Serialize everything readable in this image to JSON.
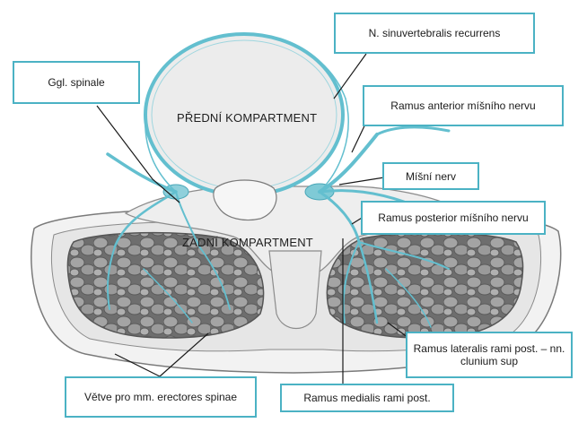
{
  "regions": {
    "anterior": "PŘEDNÍ KOMPARTMENT",
    "posterior": "ZADNÍ KOMPARTMENT"
  },
  "callouts": {
    "sinuvertebralis": "N. sinuvertebralis recurrens",
    "ggl_spinale": "Ggl. spinale",
    "ramus_anterior": "Ramus anterior míšního nervu",
    "misni_nerv": "Míšní nerv",
    "ramus_posterior": "Ramus posterior míšního nervu",
    "ramus_lateralis": "Ramus lateralis rami post. – nn. clunium sup",
    "vetve_erectores": "Větve pro mm. erectores spinae",
    "ramus_medialis": "Ramus medialis rami post."
  },
  "colors": {
    "nerve": "#63bfcf",
    "callout_border": "#4bb2c4",
    "leader": "#1a1a1a",
    "bone": "#ececec",
    "muscle": "#8f8f8f"
  }
}
